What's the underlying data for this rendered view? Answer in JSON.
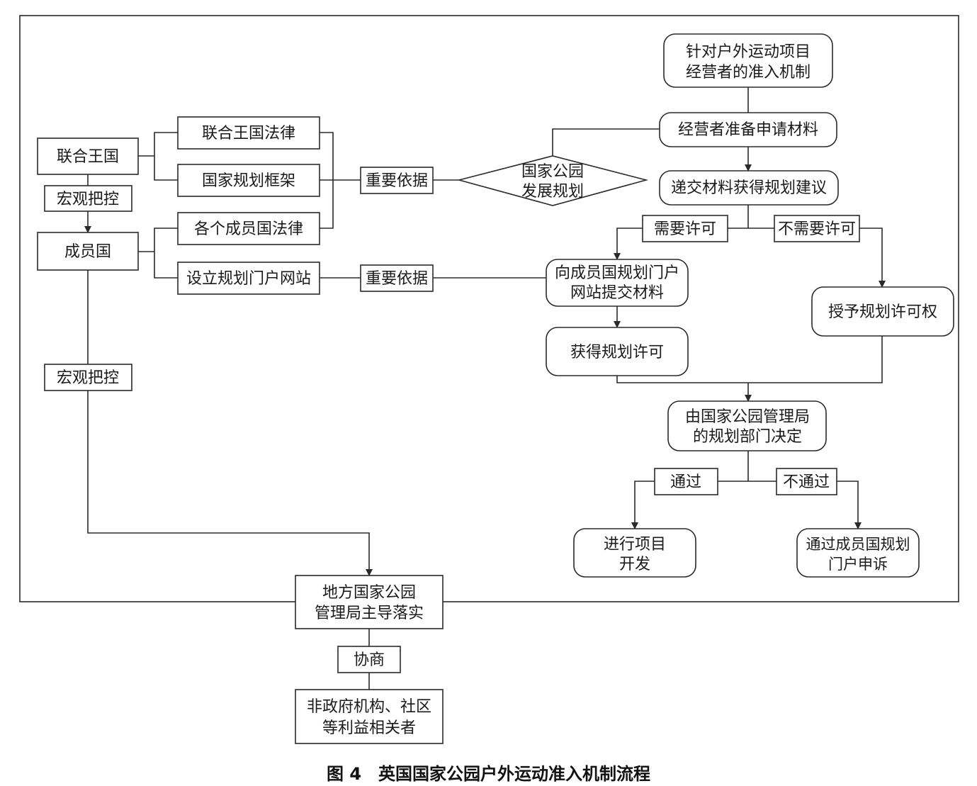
{
  "nodes": {
    "uk": "联合王国",
    "uk_law": "联合王国法律",
    "national_framework": "国家规划框架",
    "member_law": "各个成员国法律",
    "portal_setup": "设立规划门户网站",
    "macro_control_1": "宏观把控",
    "member_state": "成员国",
    "basis_1": "重要依据",
    "basis_2": "重要依据",
    "np_plan": [
      "国家公园",
      "发展规划"
    ],
    "mechanism": [
      "针对户外运动项目",
      "经营者的准入机制"
    ],
    "prepare": "经营者准备申请材料",
    "submit": "递交材料获得规划建议",
    "need_permit": "需要许可",
    "no_permit": "不需要许可",
    "portal_submit": [
      "向成员国规划门户",
      "网站提交材料"
    ],
    "grant": "授予规划许可权",
    "obtain": "获得规划许可",
    "decide": [
      "由国家公园管理局",
      "的规划部门决定"
    ],
    "pass": "通过",
    "fail": "不通过",
    "develop": [
      "进行项目",
      "开发"
    ],
    "appeal": [
      "通过成员国规划",
      "门户申诉"
    ],
    "macro_control_2": "宏观把控",
    "local_authority": [
      "地方国家公园",
      "管理局主导落实"
    ],
    "consult": "协商",
    "stakeholders": [
      "非政府机构、社区",
      "等利益相关者"
    ]
  },
  "caption": "图 4　英国国家公园户外运动准入机制流程"
}
